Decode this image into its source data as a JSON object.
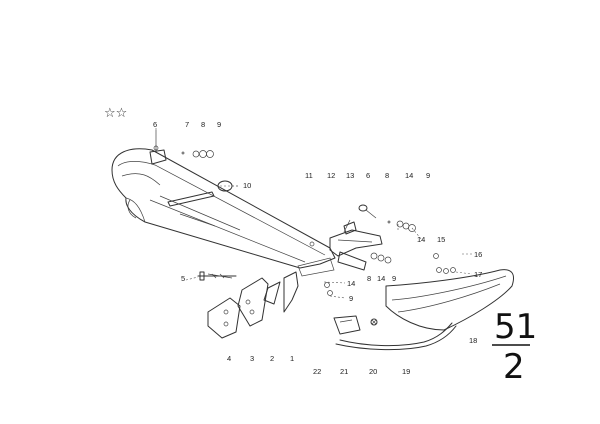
{
  "marks": {
    "stars": "☆☆"
  },
  "group_number": {
    "top": "51",
    "bottom": "2"
  },
  "labels": {
    "l6a": "6",
    "l7a": "7",
    "l8a": "8",
    "l9a": "9",
    "l10": "10",
    "l11": "11",
    "l12": "12",
    "l13": "13",
    "l6b": "6",
    "l8b": "8",
    "l14a": "14",
    "l9b": "9",
    "l14b": "14",
    "l15": "15",
    "l16": "16",
    "l17": "17",
    "l5": "5",
    "l14c": "14",
    "l9c": "9",
    "l8c": "8",
    "l14d": "14",
    "l9d": "9",
    "l4": "4",
    "l3": "3",
    "l2": "2",
    "l1": "1",
    "l22": "22",
    "l21": "21",
    "l20": "20",
    "l19": "19",
    "l18": "18"
  },
  "icons": {
    "stars": "star-outline-icon",
    "bumper": "bumper-bar-drawing",
    "corner": "bumper-corner-drawing",
    "strip": "rubber-strip-drawing"
  }
}
